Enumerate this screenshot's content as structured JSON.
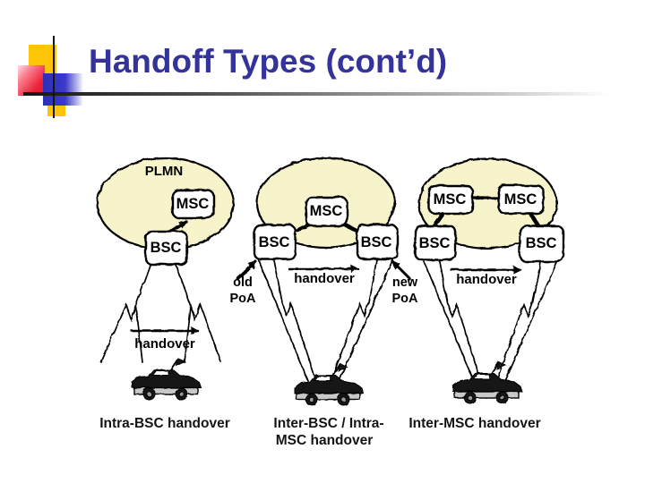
{
  "slide_title": "Handoff Types (cont’d)",
  "colors": {
    "title_blue": "#333399",
    "cloud_fill": "#F7F4CB",
    "accent_yellow": "#FFC408",
    "accent_blue": "#3333CC",
    "accent_red": "#EE2030"
  },
  "diagram1": {
    "cloud_label": "PLMN",
    "msc": "MSC",
    "bsc": "BSC",
    "handover": "handover",
    "caption": "Intra-BSC handover"
  },
  "diagram2": {
    "msc": "MSC",
    "bsc_left": "BSC",
    "bsc_right": "BSC",
    "handover": "handover",
    "old_poa_l1": "old",
    "old_poa_l2": "PoA",
    "new_poa_l1": "new",
    "new_poa_l2": "PoA",
    "caption_l1": "Inter-BSC / Intra-",
    "caption_l2": "MSC handover"
  },
  "diagram3": {
    "msc_left": "MSC",
    "msc_right": "MSC",
    "bsc_left": "BSC",
    "bsc_right": "BSC",
    "handover": "handover",
    "caption": "Inter-MSC handover"
  }
}
